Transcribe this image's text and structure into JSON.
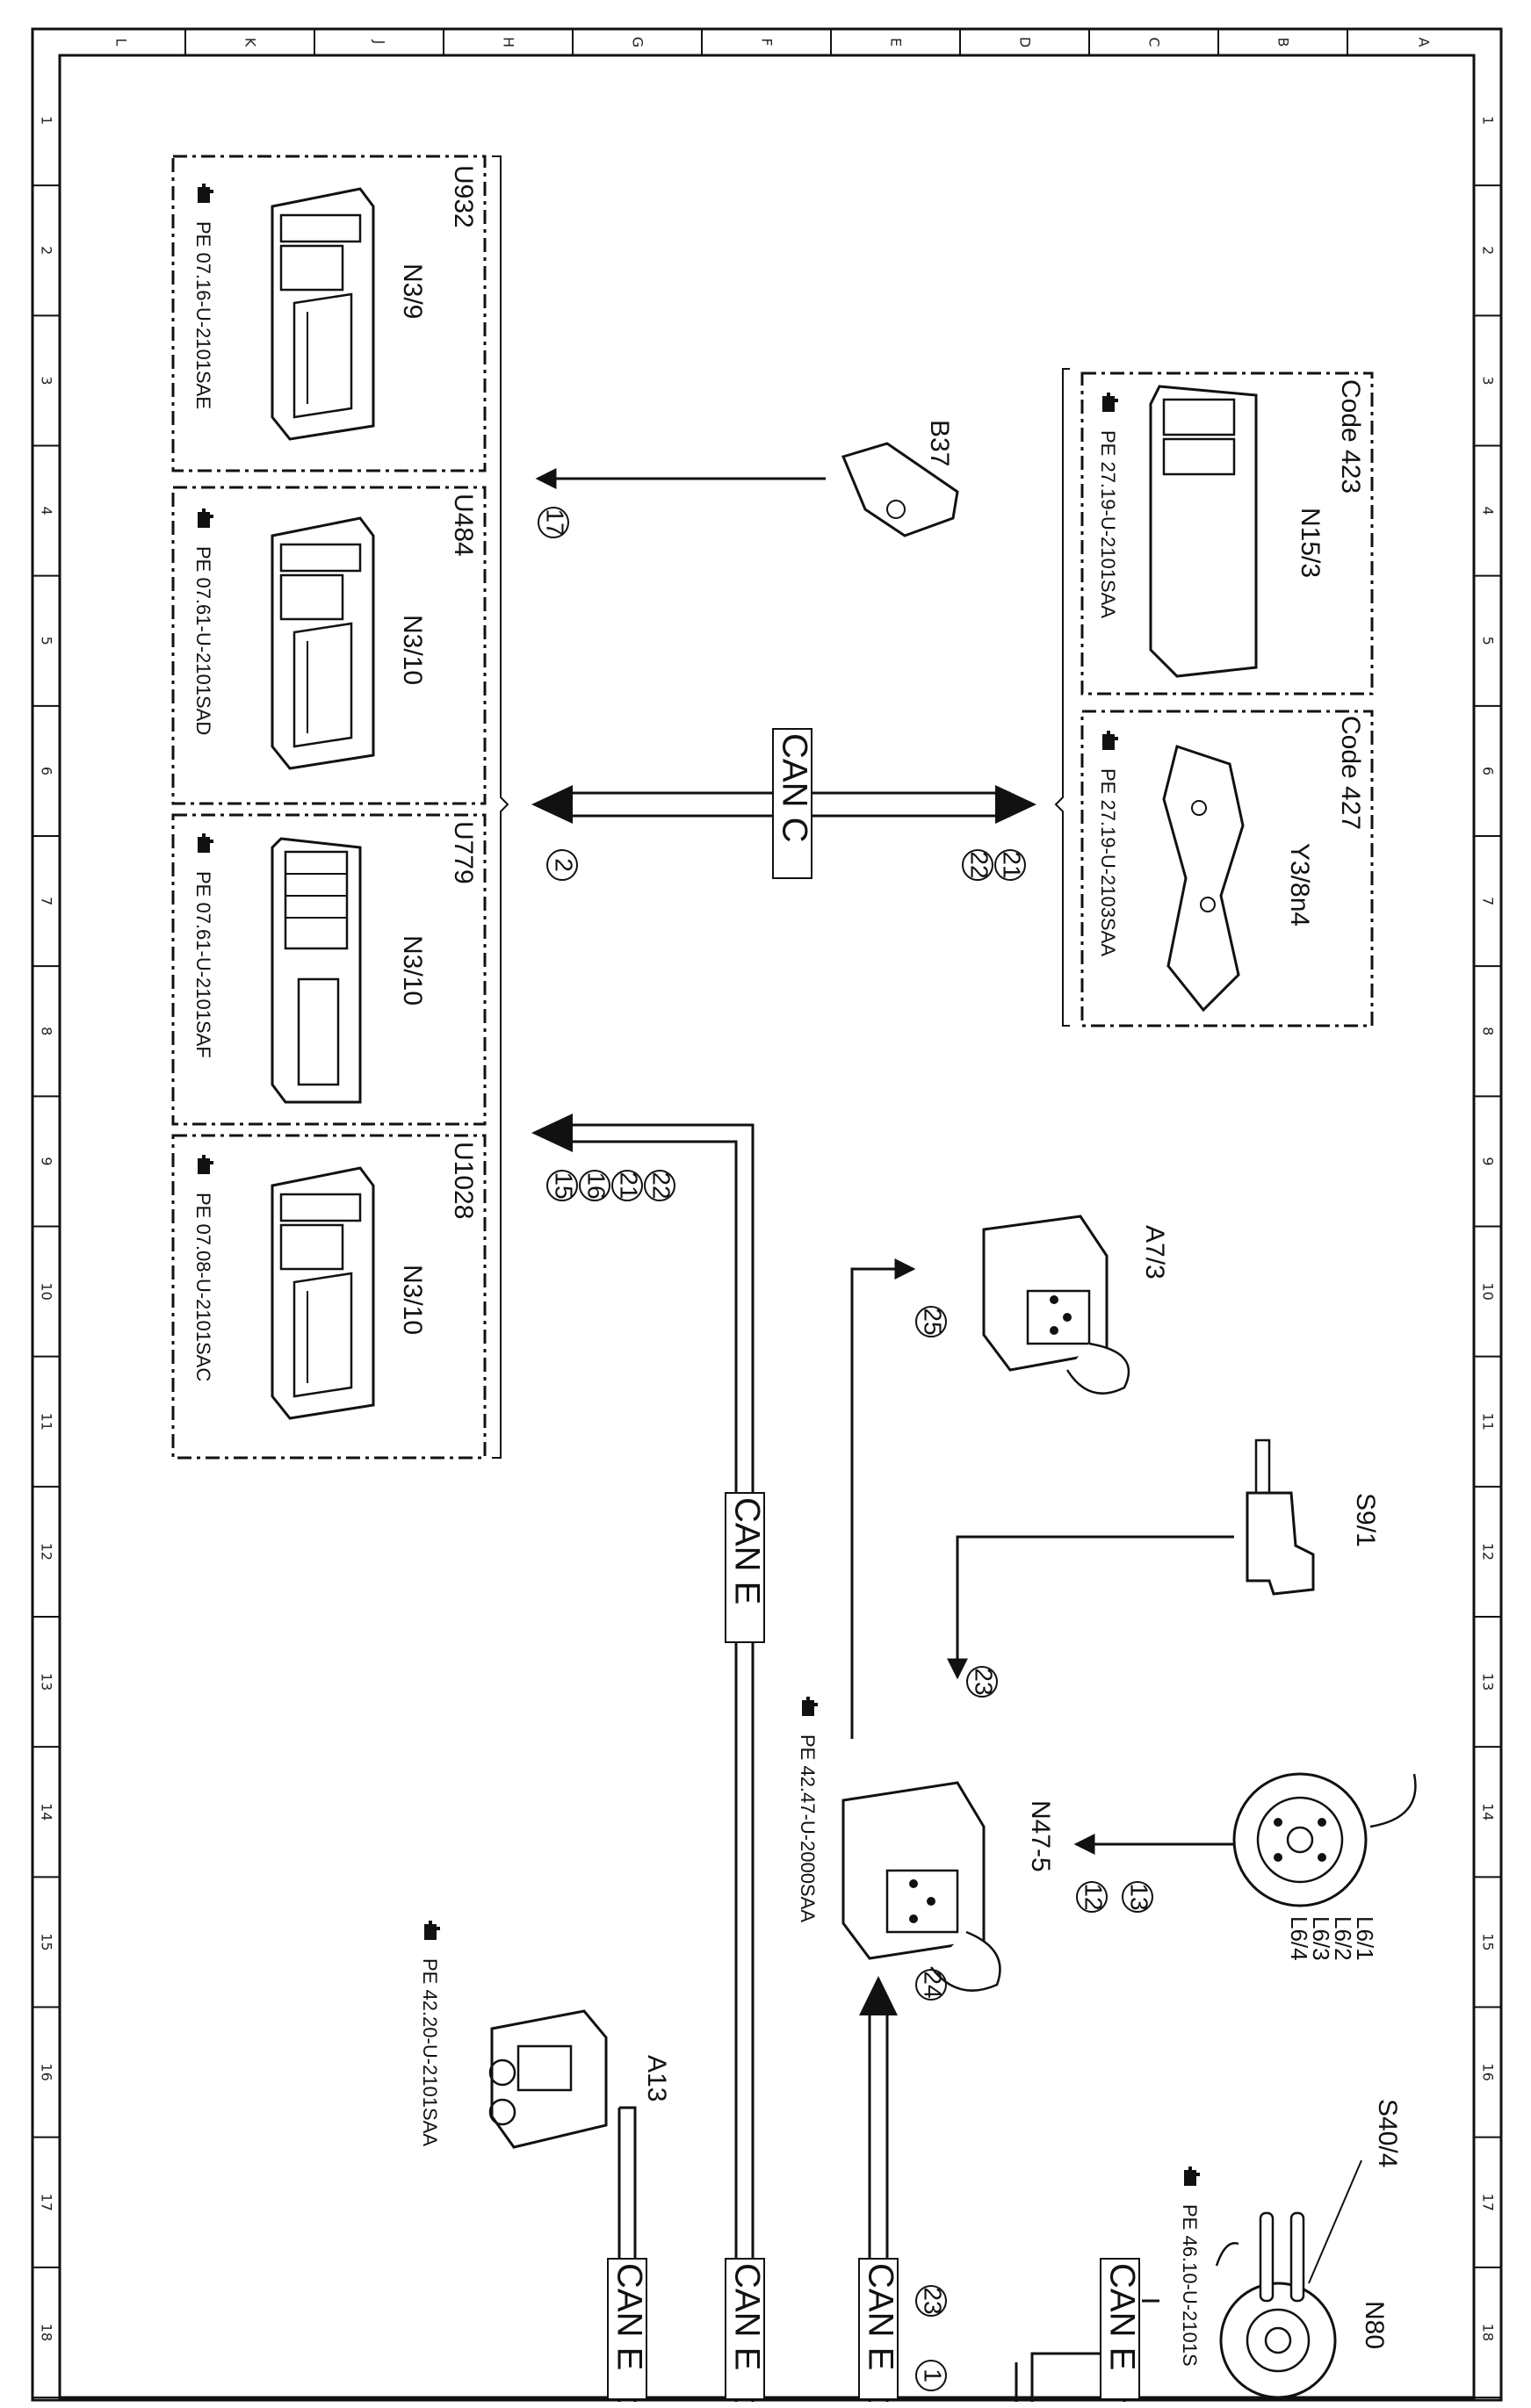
{
  "grid": {
    "columns": [
      "L",
      "K",
      "J",
      "H",
      "G",
      "F",
      "E",
      "D",
      "C",
      "B",
      "A"
    ],
    "rows": [
      "1",
      "2",
      "3",
      "4",
      "5",
      "6",
      "7",
      "8",
      "9",
      "10",
      "11",
      "12",
      "13",
      "14",
      "15",
      "16",
      "17",
      "18"
    ]
  },
  "boxes": [
    {
      "code": "U932",
      "component": "N3/9",
      "ref": "PE 07.16-U-2101SAE"
    },
    {
      "code": "U484",
      "component": "N3/10",
      "ref": "PE 07.61-U-2101SAD"
    },
    {
      "code": "U779",
      "component": "N3/10",
      "ref": "PE 07.61-U-2101SAF"
    },
    {
      "code": "U1028",
      "component": "N3/10",
      "ref": "PE 07.08-U-2101SAC"
    }
  ],
  "right_boxes": [
    {
      "code": "Code 423",
      "component": "N15/3",
      "ref": "PE 27.19-U-2101SAA"
    },
    {
      "code": "Code 427",
      "component": "Y3/8n4",
      "ref": "PE 27.19-U-2103SAA"
    }
  ],
  "components": {
    "b37": "B37",
    "a7_3": "A7/3",
    "s9_1": "S9/1",
    "n47_5": "N47-5",
    "n47_5_ref": "PE 42.47-U-2000SAA",
    "l6": [
      "L6/1",
      "L6/2",
      "L6/3",
      "L6/4"
    ],
    "a13": "A13",
    "a13_ref": "PE 42.20-U-2101SAA",
    "s40_4": "S40/4",
    "n80": "N80",
    "n80_ref": "PE 46.10-U-2101S"
  },
  "buses": {
    "can_c": "CAN C",
    "can_e": "CAN E"
  },
  "callouts": {
    "c17": "17",
    "c2": "2",
    "c21": "21",
    "c22": "22",
    "c15": "15",
    "c16": "16",
    "c25": "25",
    "c23": "23",
    "c13": "13",
    "c12": "12",
    "c24": "24",
    "c23b": "23",
    "c1": "1"
  },
  "icons": {
    "reference": "hand-pointer-icon"
  }
}
